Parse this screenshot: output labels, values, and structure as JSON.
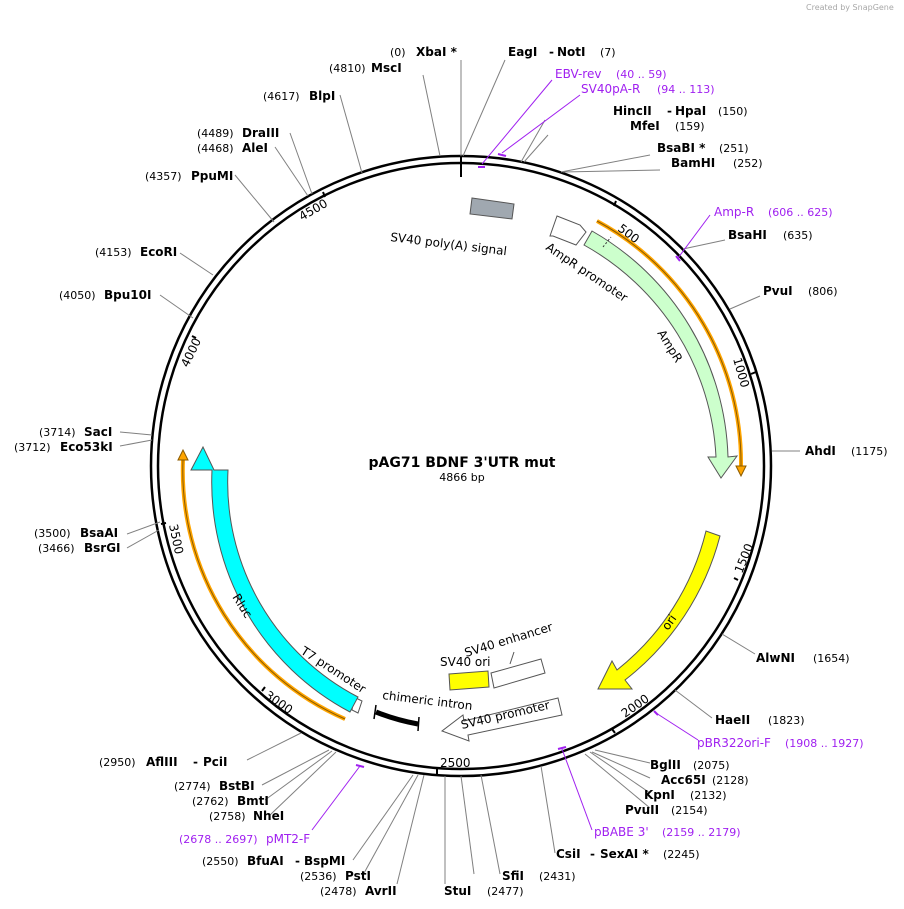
{
  "watermark": "Created by SnapGene",
  "plasmid": {
    "name": "pAG71 BDNF 3'UTR mut",
    "size_label": "4866 bp"
  },
  "ticks": [
    "500",
    "1000",
    "1500",
    "2000",
    "2500",
    "3000",
    "3500",
    "4000",
    "4500"
  ],
  "features": {
    "sv40_polya": "SV40 poly(A) signal",
    "ampr_promoter": "AmpR promoter",
    "ampr": "AmpR",
    "ori": "ori",
    "sv40_enhancer": "SV40 enhancer",
    "sv40_ori": "SV40 ori",
    "sv40_promoter": "SV40 promoter",
    "chimeric_intron": "chimeric intron",
    "t7_promoter": "T7 promoter",
    "rluc": "Rluc"
  },
  "sites": [
    {
      "pos": "(0)",
      "name": "XbaI *"
    },
    {
      "pos": "(4810)",
      "name": "MscI"
    },
    {
      "name": "EagI",
      "name2": "NotI",
      "pos": "(7)"
    },
    {
      "name": "HincII",
      "name2": "HpaI",
      "pos": "(150)"
    },
    {
      "name": "MfeI",
      "pos": "(159)"
    },
    {
      "name": "BsaBI *",
      "pos": "(251)"
    },
    {
      "name": "BamHI",
      "pos": "(252)"
    },
    {
      "name": "BsaHI",
      "pos": "(635)"
    },
    {
      "name": "PvuI",
      "pos": "(806)"
    },
    {
      "name": "AhdI",
      "pos": "(1175)"
    },
    {
      "name": "AlwNI",
      "pos": "(1654)"
    },
    {
      "name": "HaeII",
      "pos": "(1823)"
    },
    {
      "name": "BglII",
      "pos": "(2075)"
    },
    {
      "name": "Acc65I",
      "pos": "(2128)"
    },
    {
      "name": "KpnI",
      "pos": "(2132)"
    },
    {
      "name": "PvuII",
      "pos": "(2154)"
    },
    {
      "name": "CsiI",
      "name2": "SexAI *",
      "pos": "(2245)"
    },
    {
      "name": "SfiI",
      "pos": "(2431)"
    },
    {
      "name": "StuI",
      "pos": "(2477)"
    },
    {
      "pos": "(2478)",
      "name": "AvrII"
    },
    {
      "pos": "(2536)",
      "name": "PstI"
    },
    {
      "pos": "(2550)",
      "name": "BfuAI",
      "name2": "BspMI"
    },
    {
      "pos": "(2758)",
      "name": "NheI"
    },
    {
      "pos": "(2762)",
      "name": "BmtI"
    },
    {
      "pos": "(2774)",
      "name": "BstBI"
    },
    {
      "pos": "(2950)",
      "name": "AflIII",
      "name2": "PciI"
    },
    {
      "pos": "(3466)",
      "name": "BsrGI"
    },
    {
      "pos": "(3500)",
      "name": "BsaAI"
    },
    {
      "pos": "(3712)",
      "name": "Eco53kI"
    },
    {
      "pos": "(3714)",
      "name": "SacI"
    },
    {
      "pos": "(4050)",
      "name": "Bpu10I"
    },
    {
      "pos": "(4153)",
      "name": "EcoRI"
    },
    {
      "pos": "(4357)",
      "name": "PpuMI"
    },
    {
      "pos": "(4468)",
      "name": "AleI"
    },
    {
      "pos": "(4489)",
      "name": "DraIII"
    },
    {
      "pos": "(4617)",
      "name": "BlpI"
    }
  ],
  "primers": [
    {
      "name": "EBV-rev",
      "range": "(40 .. 59)"
    },
    {
      "name": "SV40pA-R",
      "range": "(94 .. 113)"
    },
    {
      "name": "Amp-R",
      "range": "(606 .. 625)"
    },
    {
      "name": "pBR322ori-F",
      "range": "(1908 .. 1927)"
    },
    {
      "name": "pBABE 3'",
      "range": "(2159 .. 2179)"
    },
    {
      "name": "pMT2-F",
      "range": "(2678 .. 2697)"
    }
  ],
  "colors": {
    "ampr": "#ccffcc",
    "ori": "#ffff00",
    "rluc": "#00ffff",
    "polya": "#a0a8b0",
    "primer": "#a020f0",
    "orange": "#ffa500"
  }
}
